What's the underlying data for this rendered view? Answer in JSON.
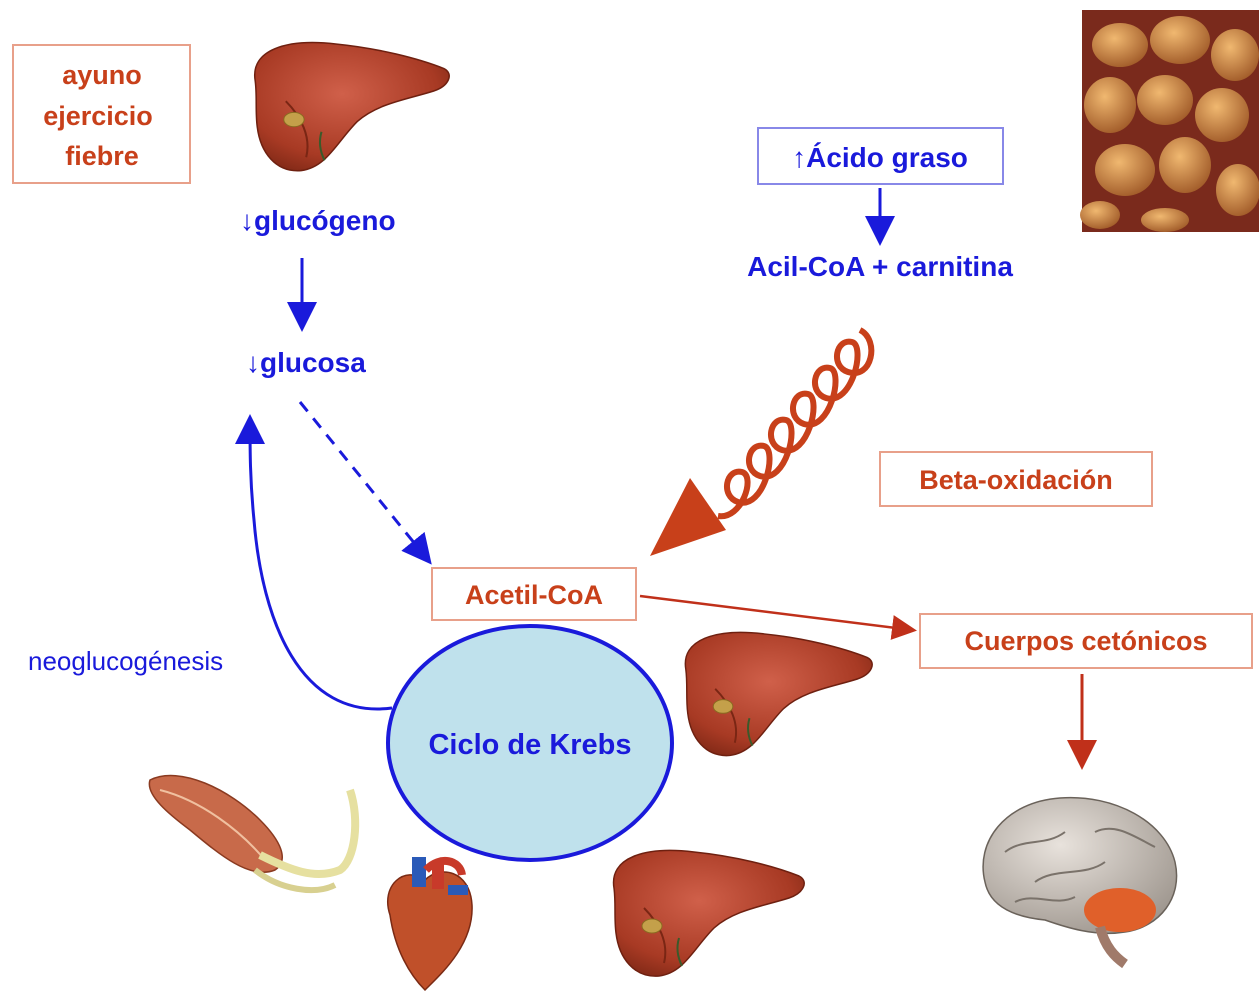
{
  "conditions": {
    "line1": "ayuno",
    "line2": "ejercicio",
    "line3": "fiebre"
  },
  "labels": {
    "glucogeno": "↓glucógeno",
    "glucosa": "↓glucosa",
    "acido_graso": "↑Ácido graso",
    "acil_coa": "Acil-CoA + carnitina",
    "beta_oxidacion": "Beta-oxidación",
    "acetil_coa": "Acetil-CoA",
    "cuerpos_cetonicos": "Cuerpos cetónicos",
    "neoglucogenesis": "neoglucogénesis",
    "ciclo_krebs": "Ciclo de Krebs"
  },
  "colors": {
    "blue": "#1a1adb",
    "orange": "#c8401a",
    "red_arrow": "#c0301a",
    "krebs_fill": "#bfe1ec",
    "krebs_stroke": "#1a1adb",
    "box_stroke": "#e8a08a",
    "liver": "#b0432c"
  },
  "icons": [
    "liver-icon",
    "adipose-tissue-icon",
    "muscle-icon",
    "heart-icon",
    "brain-icon",
    "spiral-arrow-icon"
  ]
}
